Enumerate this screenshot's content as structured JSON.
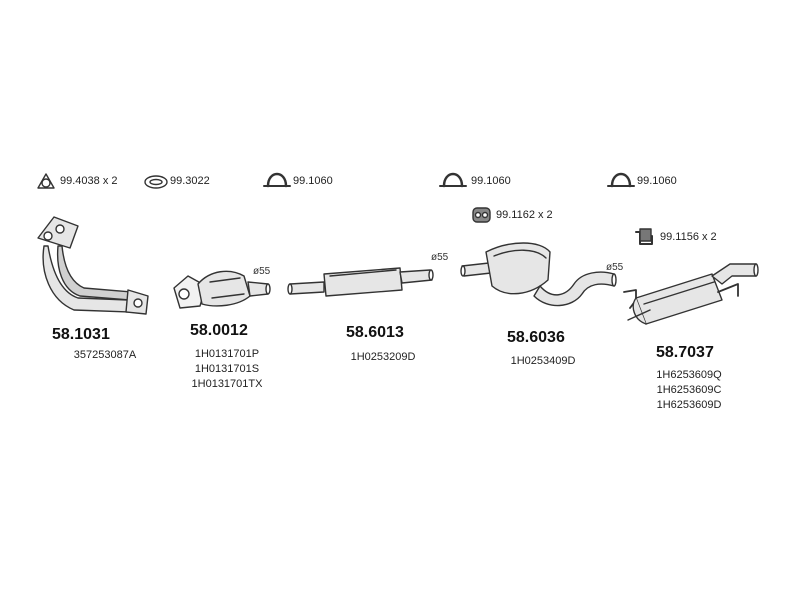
{
  "accessories": [
    {
      "code": "99.4038 x 2",
      "icon": "ring-gasket-icon"
    },
    {
      "code": "99.3022",
      "icon": "oval-gasket-icon"
    },
    {
      "code": "99.1060",
      "icon": "clamp-icon"
    },
    {
      "code": "99.1060",
      "icon": "clamp-icon"
    },
    {
      "code": "99.1060",
      "icon": "clamp-icon"
    },
    {
      "code": "99.1162 x 2",
      "icon": "rubber-hanger-icon"
    },
    {
      "code": "99.1156 x 2",
      "icon": "bracket-hanger-icon"
    }
  ],
  "diameters": [
    "ø55",
    "ø55",
    "ø55"
  ],
  "parts": [
    {
      "number": "58.1031",
      "oem": [
        "357253087A"
      ],
      "icon": "front-pipe-icon"
    },
    {
      "number": "58.0012",
      "oem": [
        "1H0131701P",
        "1H0131701S",
        "1H0131701TX"
      ],
      "icon": "catalytic-converter-icon"
    },
    {
      "number": "58.6013",
      "oem": [
        "1H0253209D"
      ],
      "icon": "front-silencer-icon"
    },
    {
      "number": "58.6036",
      "oem": [
        "1H0253409D"
      ],
      "icon": "middle-silencer-icon"
    },
    {
      "number": "58.7037",
      "oem": [
        "1H6253609Q",
        "1H6253609C",
        "1H6253609D"
      ],
      "icon": "rear-silencer-icon"
    }
  ],
  "colors": {
    "line": "#333333",
    "fill": "#e6e6e6",
    "text": "#222222"
  }
}
